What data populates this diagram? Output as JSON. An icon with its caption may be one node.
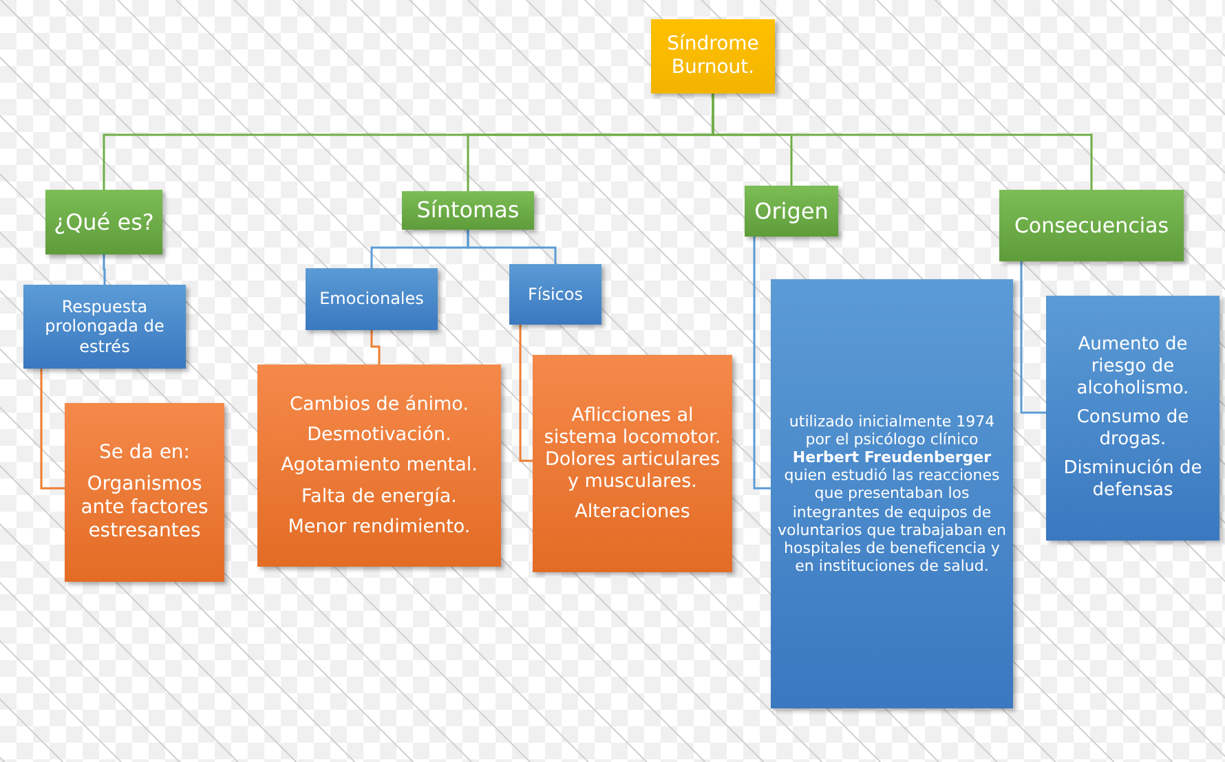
{
  "diagram": {
    "nodes": [
      {
        "text": [
          "Síndrome Burnout."
        ]
      },
      {
        "text": [
          "¿Qué es?"
        ]
      },
      {
        "text": [
          "Síntomas"
        ]
      },
      {
        "text": [
          "Origen"
        ]
      },
      {
        "text": [
          "Consecuencias"
        ]
      },
      {
        "text": [
          "Respuesta prolongada de estrés"
        ]
      },
      {
        "text": [
          "Se da en:",
          "Organismos ante factores estresantes"
        ]
      },
      {
        "text": [
          "Emocionales"
        ]
      },
      {
        "text": [
          "Físicos"
        ]
      },
      {
        "text": [
          "Cambios de ánimo.",
          "Desmotivación.",
          "Agotamiento mental.",
          "Falta de energía.",
          "Menor rendimiento."
        ]
      },
      {
        "text": [
          "Aflicciones al sistema locomotor. Dolores articulares y musculares.",
          "Alteraciones"
        ]
      },
      {
        "text": [
          "utilizado inicialmente 1974 por el  psicólogo clínico **Herbert Freudenberger** quien estudió las reacciones que presentaban los integrantes de equipos de voluntarios que trabajaban en hospitales de beneficencia y en instituciones de salud."
        ]
      },
      {
        "text": [
          "Aumento de riesgo de alcoholismo.",
          "Consumo de drogas.",
          "Disminución de defensas"
        ]
      }
    ],
    "edges": [
      {
        "from": 0,
        "to": 1,
        "arrow": "none",
        "color": "#70ad47"
      },
      {
        "from": 0,
        "to": 2,
        "arrow": "none",
        "color": "#70ad47"
      },
      {
        "from": 0,
        "to": 3,
        "arrow": "none",
        "color": "#70ad47"
      },
      {
        "from": 0,
        "to": 4,
        "arrow": "none",
        "color": "#70ad47"
      },
      {
        "from": 1,
        "to": 5,
        "arrow": "none"
      },
      {
        "from": 2,
        "to": 7,
        "arrow": "none"
      },
      {
        "from": 2,
        "to": 8,
        "arrow": "none"
      },
      {
        "from": 5,
        "to": 6,
        "arrow": "none",
        "color": "#ed7d31"
      },
      {
        "from": 7,
        "to": 9,
        "arrow": "none",
        "color": "#ed7d31"
      },
      {
        "from": 8,
        "to": 10,
        "arrow": "none",
        "color": "#ed7d31"
      },
      {
        "from": 3,
        "to": 11,
        "arrow": "none"
      },
      {
        "from": 4,
        "to": 12,
        "arrow": "none"
      }
    ]
  }
}
